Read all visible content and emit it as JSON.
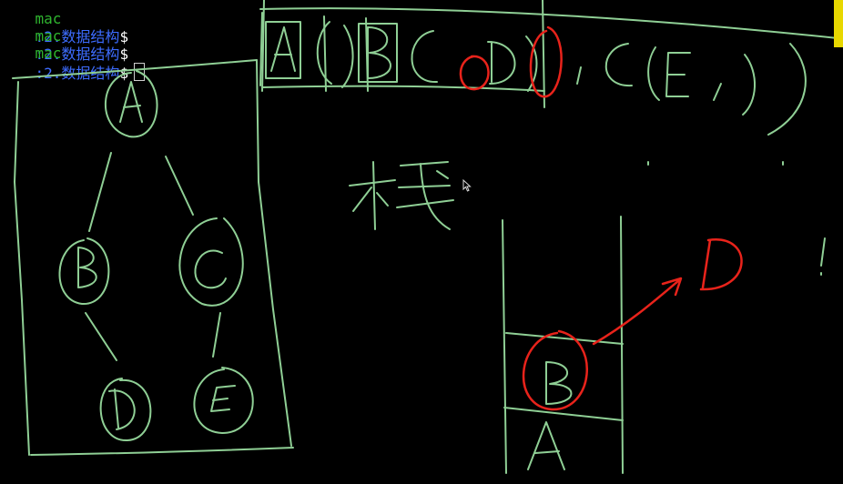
{
  "terminal": {
    "lines": [
      {
        "host": "mac",
        "path": ":2.数据结构",
        "prompt": "$"
      },
      {
        "host": "mac",
        "path": ":2.数据结构",
        "prompt": "$"
      },
      {
        "host": "mac",
        "path": ":2.数据结构",
        "prompt": "$"
      }
    ]
  },
  "drawing": {
    "ink_green": "#8fcf95",
    "ink_red": "#e8231b",
    "tree_nodes": [
      "A",
      "B",
      "C",
      "D",
      "E"
    ],
    "expression": {
      "boxed_letters": [
        "A",
        "B"
      ],
      "plain_letters": [
        "C",
        "D",
        "C",
        "E"
      ]
    },
    "stack_label": "栈",
    "stack_items": [
      "B",
      "A"
    ],
    "popped_item": "D"
  },
  "colors": {
    "background": "#000000",
    "host_green": "#2fb52f",
    "path_blue": "#3d6cff",
    "edge_yellow": "#e8d800"
  }
}
